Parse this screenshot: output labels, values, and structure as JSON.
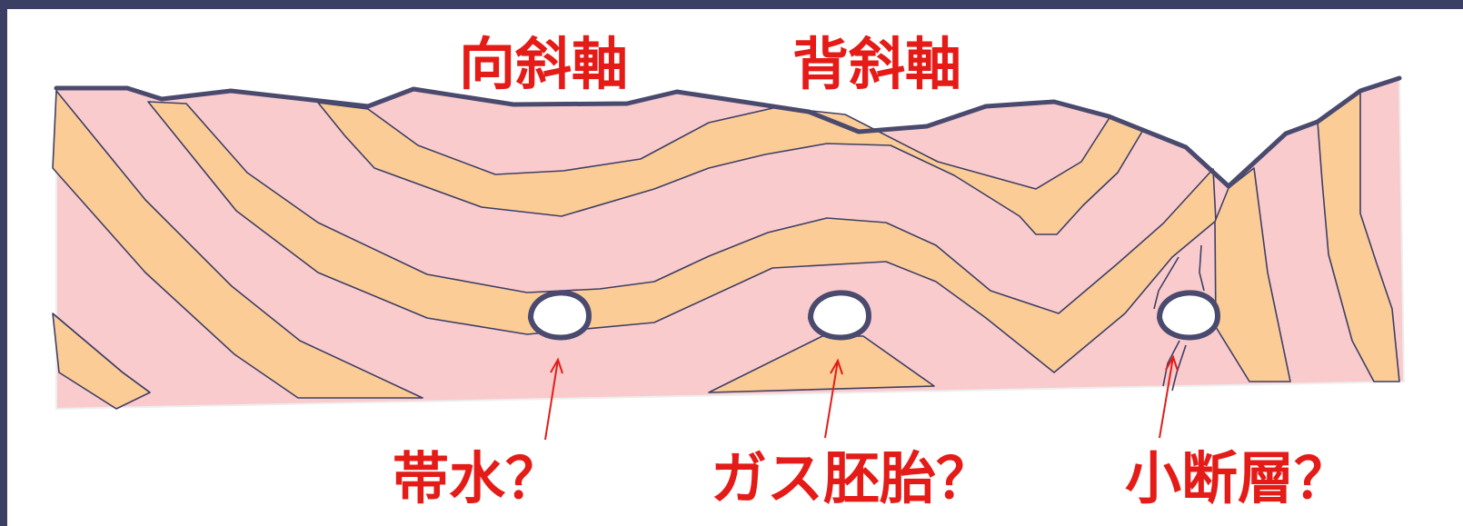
{
  "labels": {
    "syncline_axis": "向斜軸",
    "anticline_axis": "背斜軸",
    "confined_water": "帯水？",
    "gas_embryo": "ガス胚胎？",
    "small_fault": "小断層？"
  },
  "colors": {
    "background": "#3a3f63",
    "panel": "#ffffff",
    "rock_layer": "#f9cbcc",
    "sandstone_band": "#fbcc96",
    "outline": "#4a4a6e",
    "label": "#e41b17"
  }
}
